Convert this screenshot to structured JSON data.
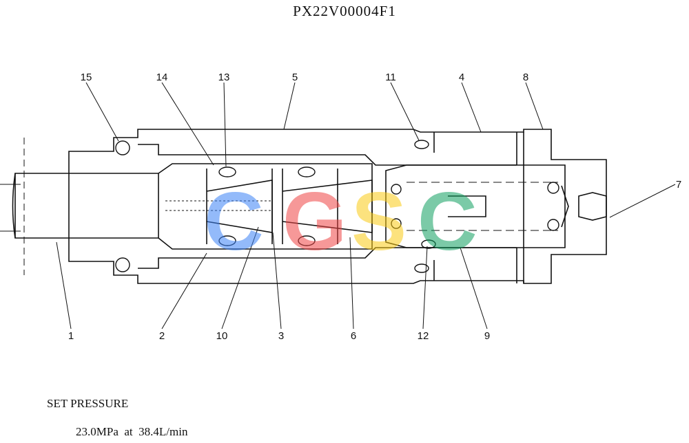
{
  "title": "PX22V00004F1",
  "callouts": [
    "1",
    "2",
    "3",
    "4",
    "5",
    "6",
    "7",
    "8",
    "9",
    "10",
    "11",
    "12",
    "13",
    "14",
    "15"
  ],
  "notes": {
    "set_pressure_label": "SET PRESSURE",
    "set_pressure_value": "23.0MPa  at  38.4L/min"
  },
  "watermark": {
    "letters": [
      "C",
      "G",
      "S",
      "C"
    ],
    "colors": [
      "#3b82f6",
      "#ef4444",
      "#facc15",
      "#10a060"
    ]
  }
}
